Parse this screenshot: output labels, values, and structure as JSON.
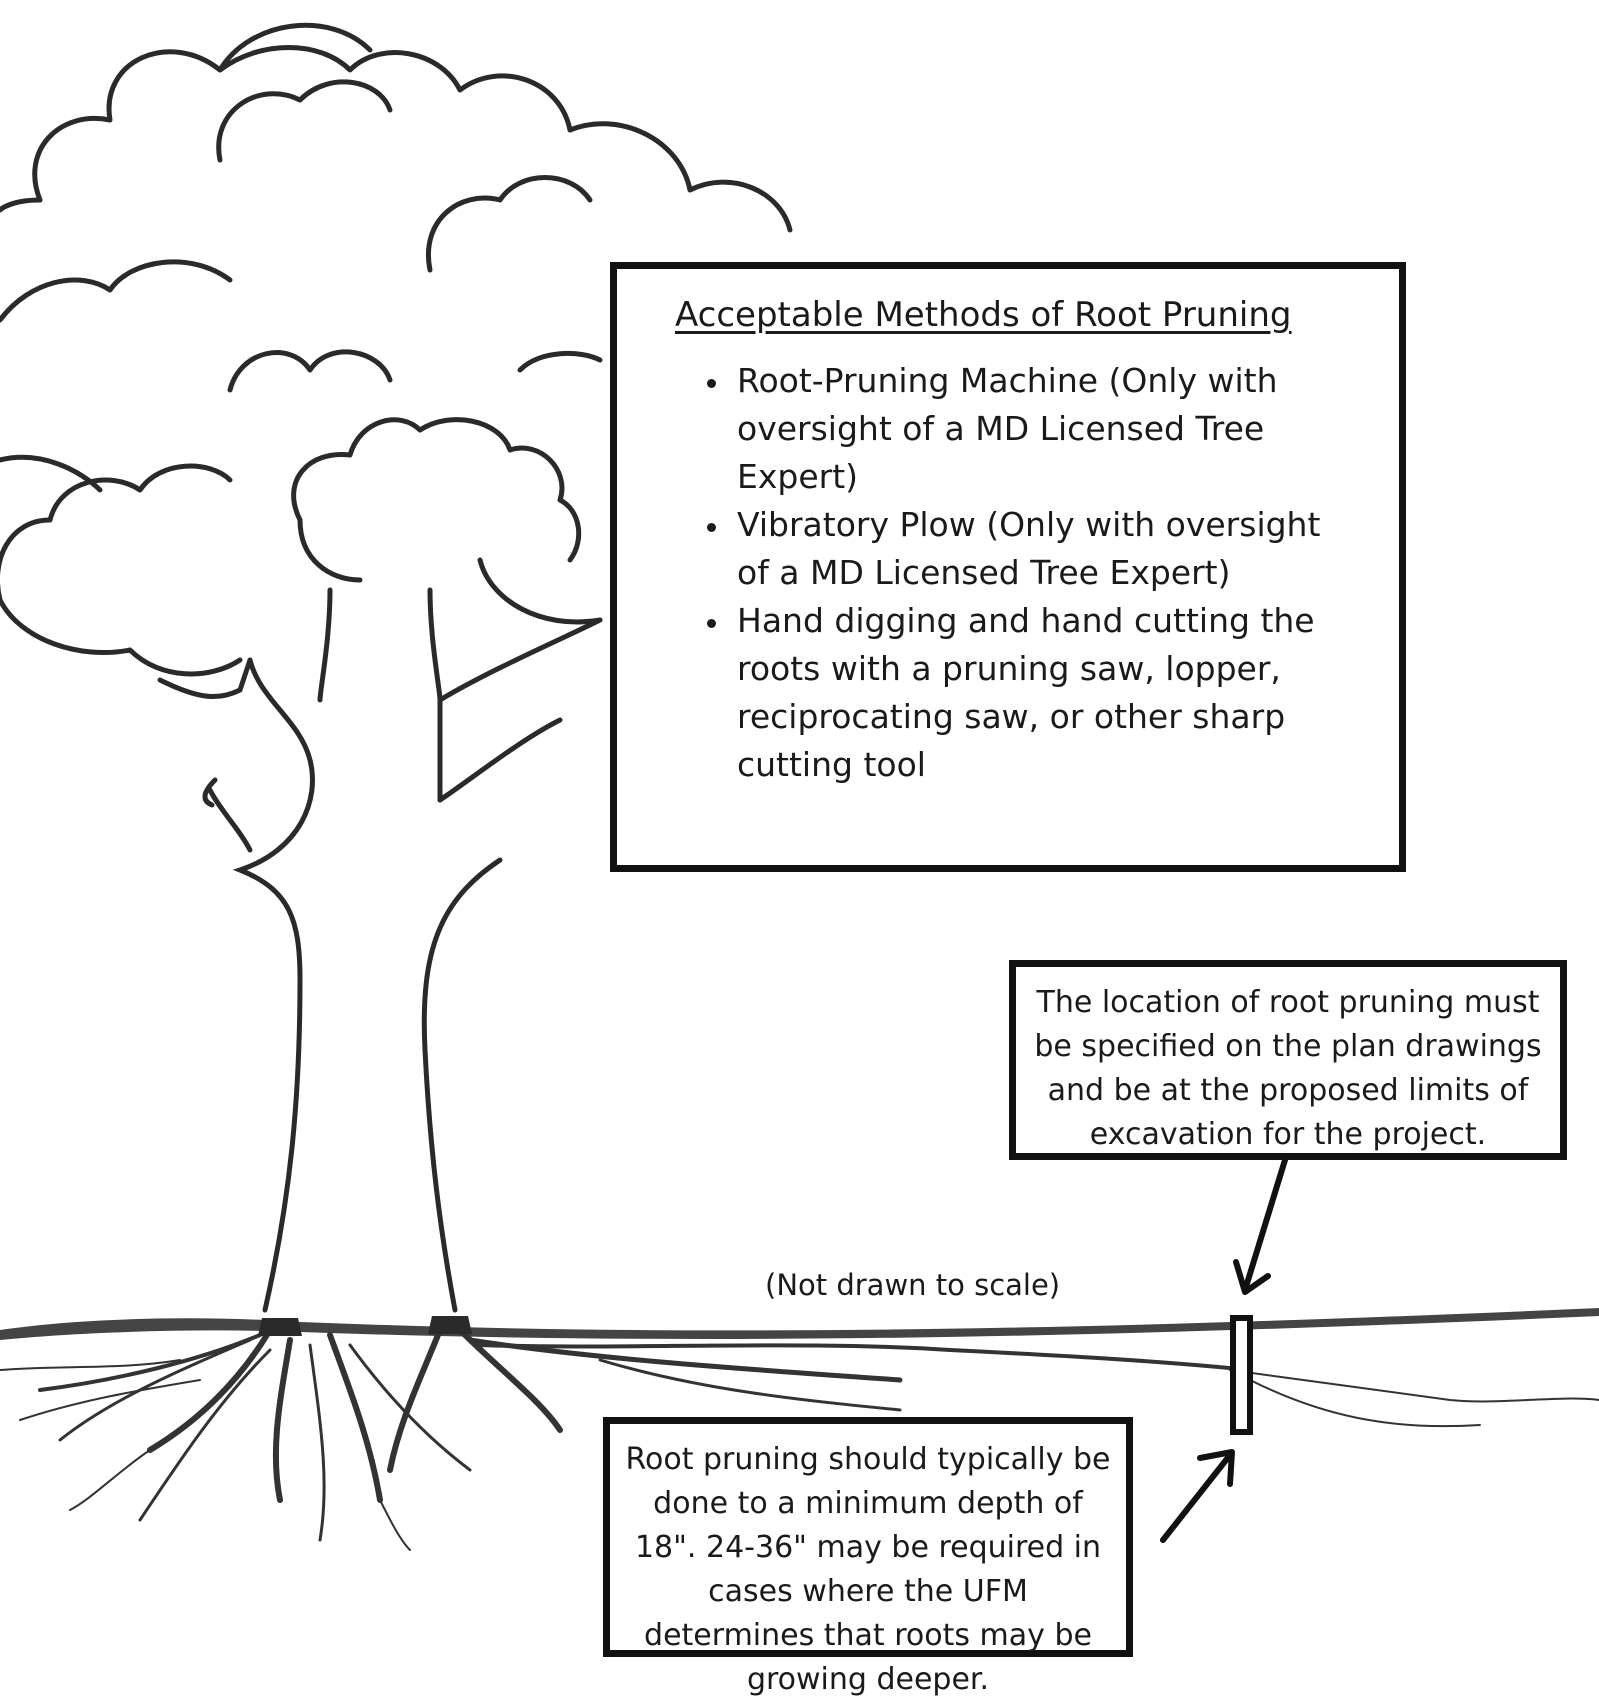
{
  "methods_box": {
    "title": "Acceptable Methods of Root Pruning",
    "items": [
      "Root-Pruning Machine (Only with oversight of a MD Licensed Tree Expert)",
      "Vibratory Plow (Only with oversight of a MD Licensed Tree Expert)",
      "Hand digging and hand cutting the roots with a pruning saw, lopper, reciprocating saw, or other sharp cutting tool"
    ]
  },
  "location_note": "The location of root pruning must be specified on the plan drawings and be at the proposed limits of excavation for the project.",
  "depth_note": "Root pruning should typically be done to a minimum depth of 18\". 24-36\" may be required in cases where the UFM determines that roots may be growing deeper.",
  "scale_note": "(Not drawn to scale)",
  "colors": {
    "ink": "#1a1a1a",
    "background": "#ffffff",
    "ground": "#444444"
  }
}
